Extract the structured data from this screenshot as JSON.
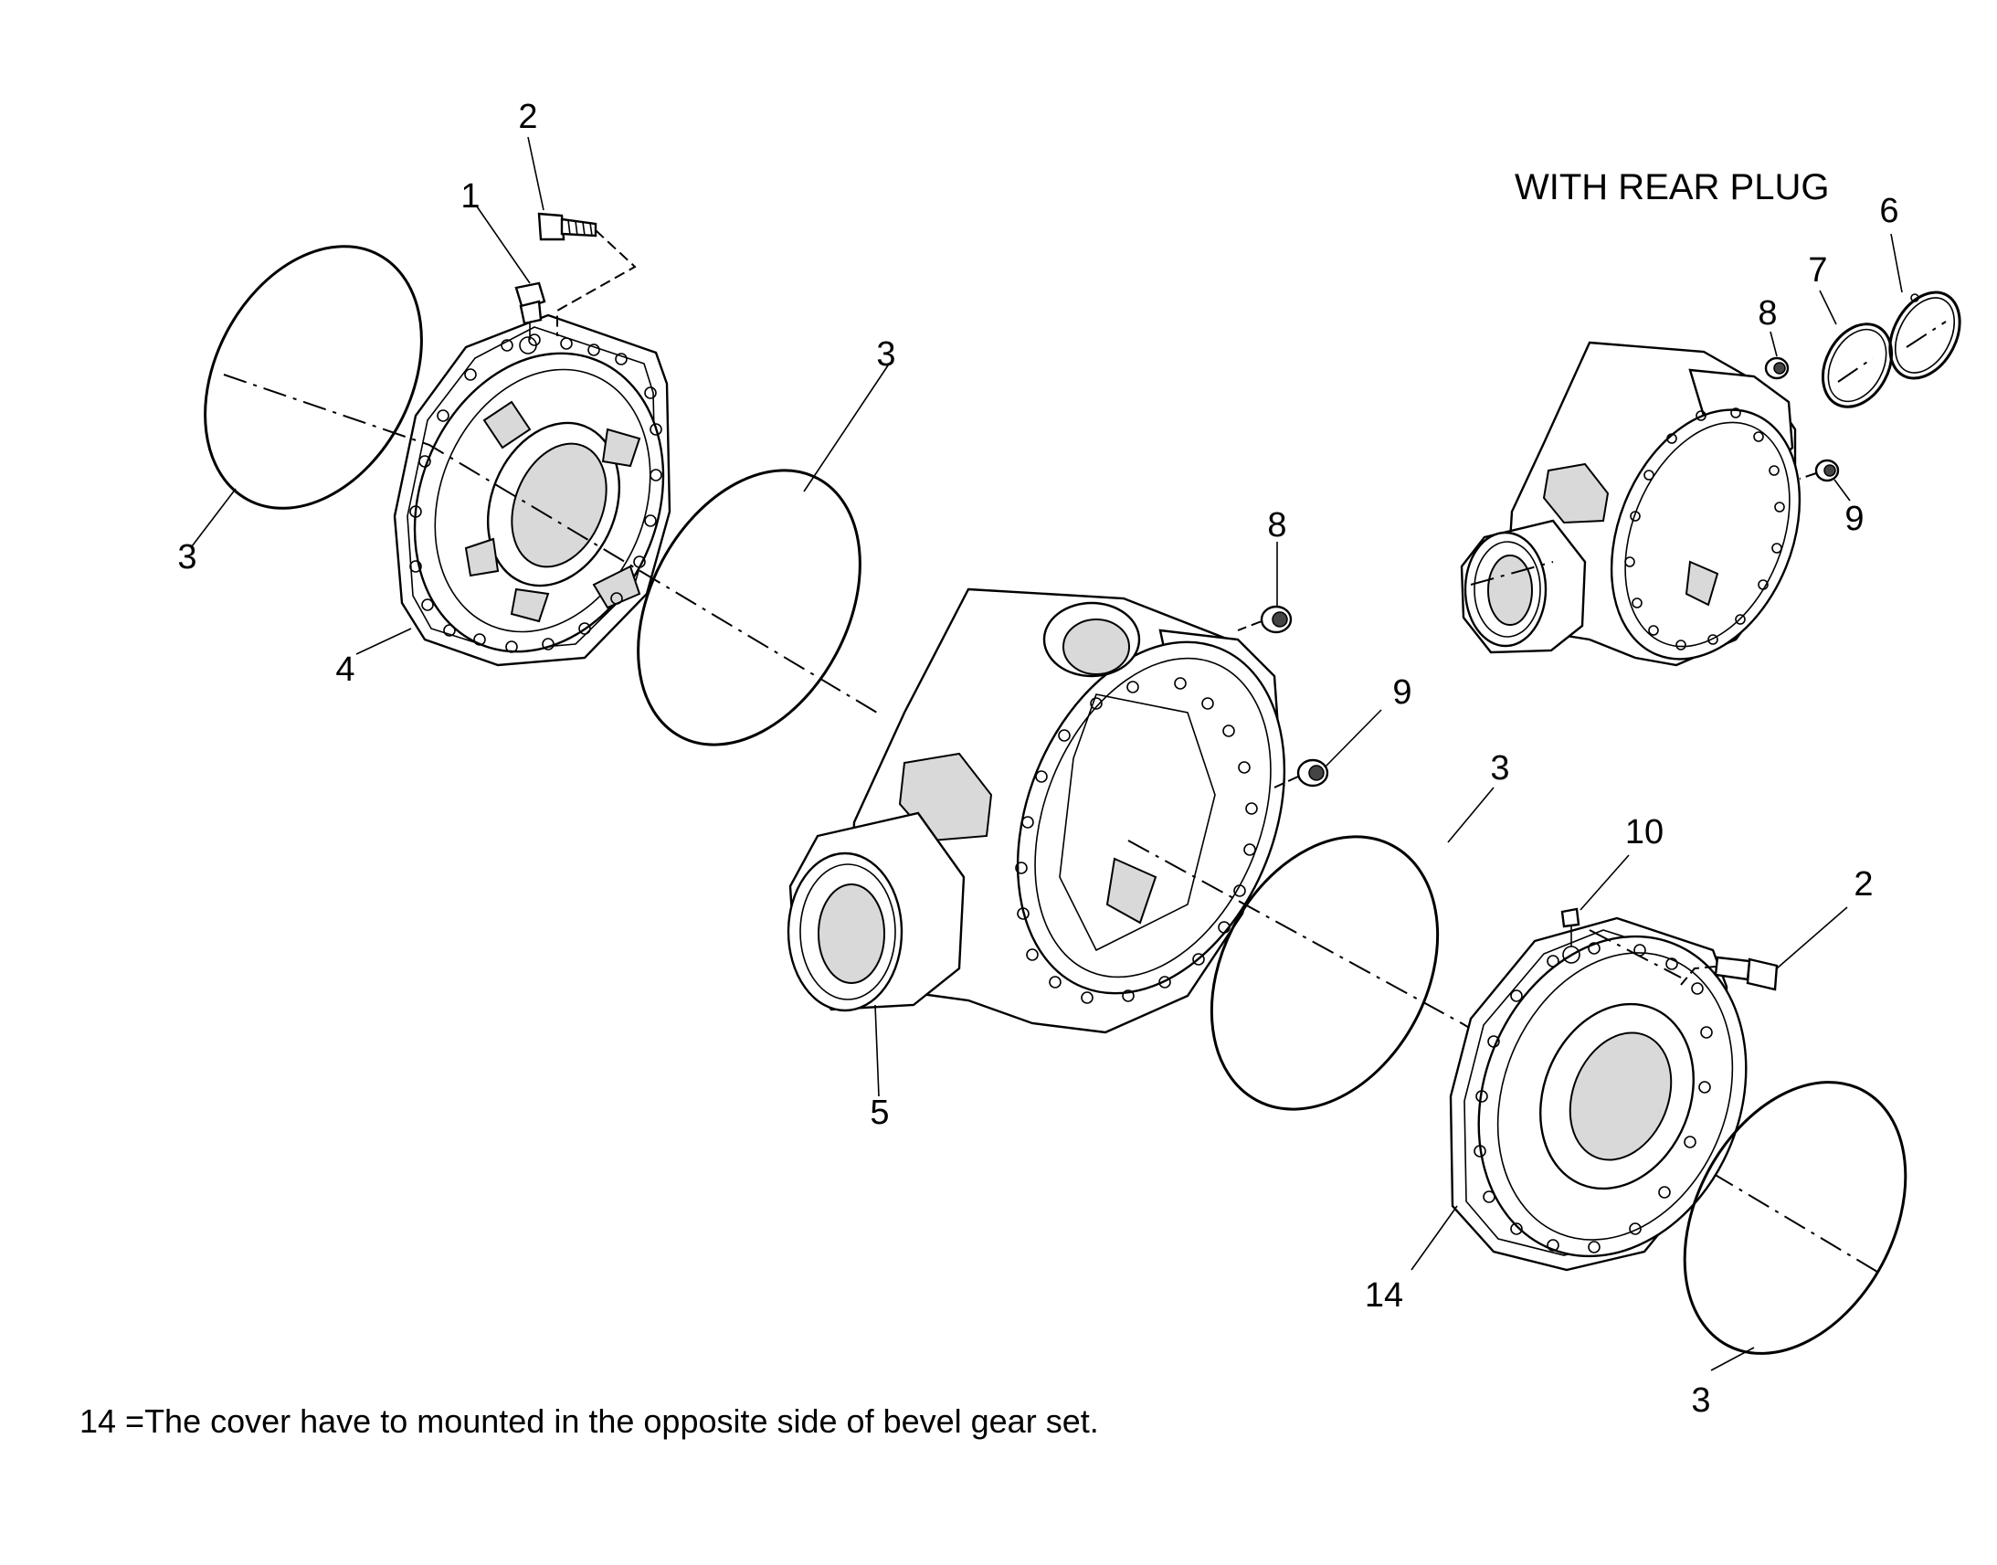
{
  "callouts": {
    "n1": "1",
    "n2_top": "2",
    "n3_ring_left": "3",
    "n3_ring_center": "3",
    "n4": "4",
    "n8_main": "8",
    "n9_main": "9",
    "n5": "5",
    "n3_ring_lower": "3",
    "n10": "10",
    "n2_lower": "2",
    "n14": "14",
    "n3_ring_bottom": "3",
    "n8_rear": "8",
    "n7": "7",
    "n6": "6",
    "n9_rear": "9"
  },
  "inset_heading": "WITH REAR PLUG",
  "footnote": "14 =The cover have to mounted  in  the opposite side of bevel gear set."
}
